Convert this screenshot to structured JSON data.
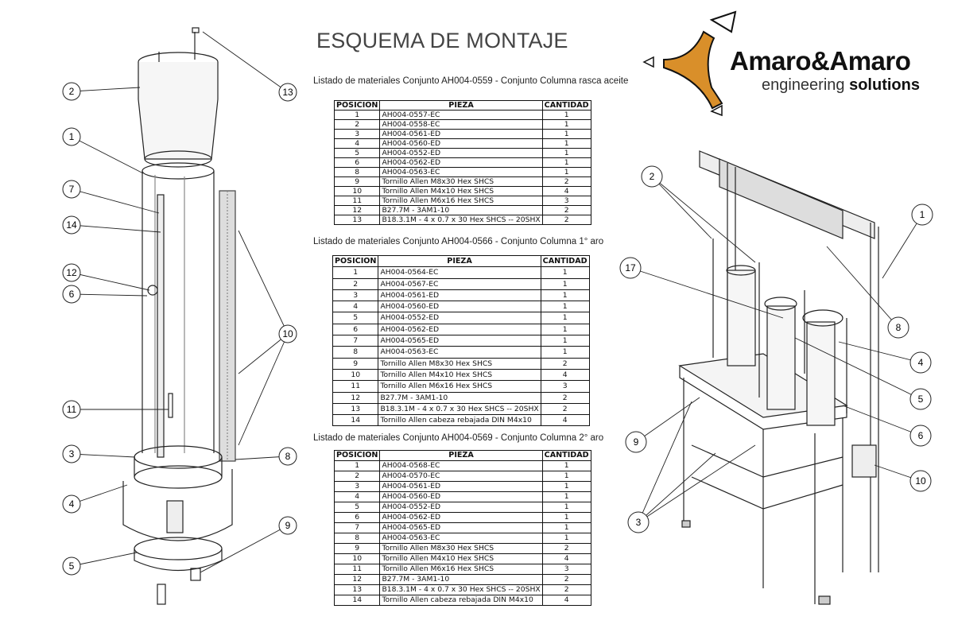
{
  "title": "ESQUEMA DE MONTAJE",
  "logo": {
    "name": "Amaro&Amaro",
    "tagline_light": "engineering",
    "tagline_bold": "solutions",
    "accent_color": "#d98f2a"
  },
  "headers": {
    "posicion": "POSICION",
    "pieza": "PIEZA",
    "cantidad": "CANTIDAD"
  },
  "tables": [
    {
      "caption": "Listado de materiales Conjunto AH004-0559 - Conjunto Columna  rasca aceite",
      "rows": [
        [
          "1",
          "AH004-0557-EC",
          "1"
        ],
        [
          "2",
          "AH004-0558-EC",
          "1"
        ],
        [
          "3",
          "AH004-0561-ED",
          "1"
        ],
        [
          "4",
          "AH004-0560-ED",
          "1"
        ],
        [
          "5",
          "AH004-0552-ED",
          "1"
        ],
        [
          "6",
          "AH004-0562-ED",
          "1"
        ],
        [
          "8",
          "AH004-0563-EC",
          "1"
        ],
        [
          "9",
          "Tornillo Allen M8x30 Hex SHCS",
          "2"
        ],
        [
          "10",
          "Tornillo Allen M4x10 Hex SHCS",
          "4"
        ],
        [
          "11",
          "Tornillo Allen M6x16 Hex SHCS",
          "3"
        ],
        [
          "12",
          "B27.7M - 3AM1-10",
          "2"
        ],
        [
          "13",
          "B18.3.1M - 4 x 0.7 x 30 Hex SHCS -- 20SHX",
          "2"
        ]
      ]
    },
    {
      "caption": "Listado de materiales Conjunto AH004-0566 - Conjunto Columna 1° aro",
      "rows": [
        [
          "1",
          "AH004-0564-EC",
          "1"
        ],
        [
          "2",
          "AH004-0567-EC",
          "1"
        ],
        [
          "3",
          "AH004-0561-ED",
          "1"
        ],
        [
          "4",
          "AH004-0560-ED",
          "1"
        ],
        [
          "5",
          "AH004-0552-ED",
          "1"
        ],
        [
          "6",
          "AH004-0562-ED",
          "1"
        ],
        [
          "7",
          "AH004-0565-ED",
          "1"
        ],
        [
          "8",
          "AH004-0563-EC",
          "1"
        ],
        [
          "9",
          "Tornillo Allen M8x30 Hex SHCS",
          "2"
        ],
        [
          "10",
          "Tornillo Allen M4x10 Hex SHCS",
          "4"
        ],
        [
          "11",
          "Tornillo Allen M6x16 Hex SHCS",
          "3"
        ],
        [
          "12",
          "B27.7M - 3AM1-10",
          "2"
        ],
        [
          "13",
          "B18.3.1M - 4 x 0.7 x 30 Hex SHCS -- 20SHX",
          "2"
        ],
        [
          "14",
          "Tornillo Allen cabeza rebajada DIN M4x10",
          "4"
        ]
      ]
    },
    {
      "caption": "Listado de materiales Conjunto AH004-0569 - Conjunto Columna 2° aro",
      "rows": [
        [
          "1",
          "AH004-0568-EC",
          "1"
        ],
        [
          "2",
          "AH004-0570-EC",
          "1"
        ],
        [
          "3",
          "AH004-0561-ED",
          "1"
        ],
        [
          "4",
          "AH004-0560-ED",
          "1"
        ],
        [
          "5",
          "AH004-0552-ED",
          "1"
        ],
        [
          "6",
          "AH004-0562-ED",
          "1"
        ],
        [
          "7",
          "AH004-0565-ED",
          "1"
        ],
        [
          "8",
          "AH004-0563-EC",
          "1"
        ],
        [
          "9",
          "Tornillo Allen M8x30 Hex SHCS",
          "2"
        ],
        [
          "10",
          "Tornillo Allen M4x10 Hex SHCS",
          "4"
        ],
        [
          "11",
          "Tornillo Allen M6x16 Hex SHCS",
          "3"
        ],
        [
          "12",
          "B27.7M - 3AM1-10",
          "2"
        ],
        [
          "13",
          "B18.3.1M - 4 x 0.7 x 30 Hex SHCS -- 20SHX",
          "2"
        ],
        [
          "14",
          "Tornillo Allen cabeza rebajada DIN M4x10",
          "4"
        ]
      ]
    }
  ],
  "left_callouts": [
    "2",
    "13",
    "1",
    "7",
    "14",
    "12",
    "6",
    "10",
    "11",
    "3",
    "8",
    "4",
    "9",
    "5"
  ],
  "right_callouts": [
    "2",
    "1",
    "17",
    "8",
    "4",
    "5",
    "6",
    "9",
    "10",
    "3"
  ]
}
